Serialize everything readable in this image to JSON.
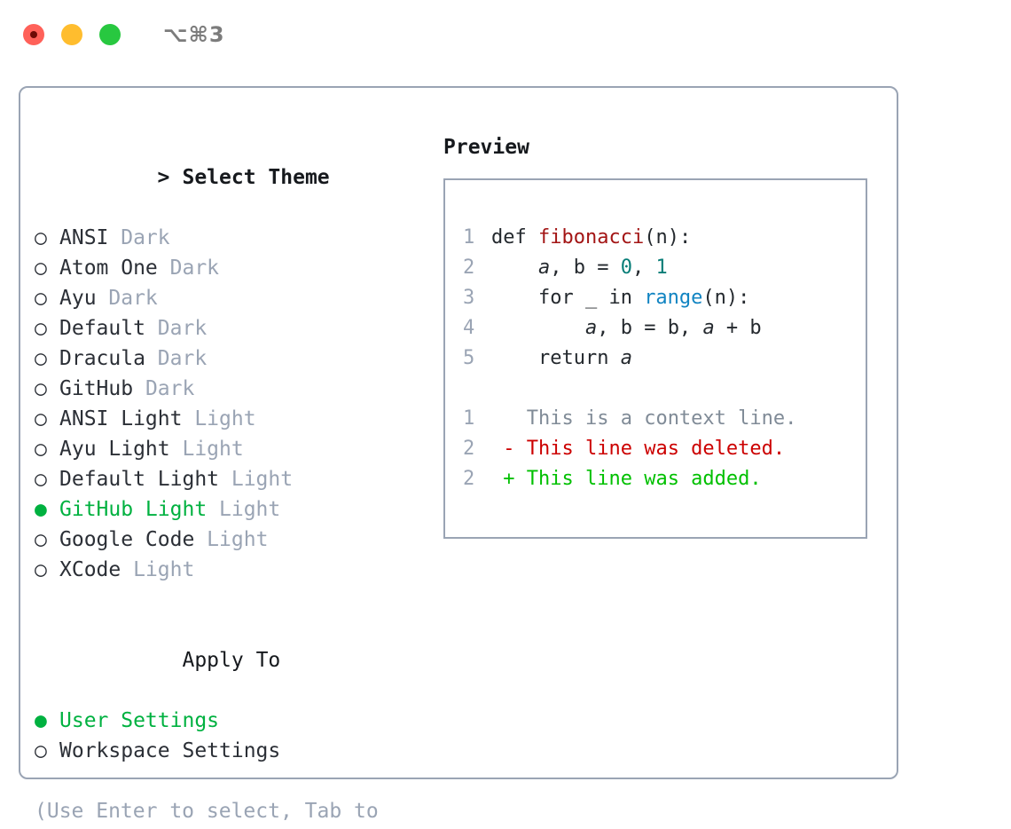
{
  "titlebar": {
    "shortcut": "⌥⌘3",
    "buttons": [
      {
        "name": "close",
        "color": "#ff6159"
      },
      {
        "name": "minimize",
        "color": "#ffbd2e"
      },
      {
        "name": "maximize",
        "color": "#28c840"
      }
    ]
  },
  "theme_picker": {
    "header": {
      "prefix": ">",
      "title": "Select Theme"
    },
    "marker_selected": "●",
    "marker_unselected": "○",
    "items": [
      {
        "label": "ANSI",
        "variant": "Dark",
        "selected": false
      },
      {
        "label": "Atom One",
        "variant": "Dark",
        "selected": false
      },
      {
        "label": "Ayu",
        "variant": "Dark",
        "selected": false
      },
      {
        "label": "Default",
        "variant": "Dark",
        "selected": false
      },
      {
        "label": "Dracula",
        "variant": "Dark",
        "selected": false
      },
      {
        "label": "GitHub",
        "variant": "Dark",
        "selected": false
      },
      {
        "label": "ANSI Light",
        "variant": "Light",
        "selected": false
      },
      {
        "label": "Ayu Light",
        "variant": "Light",
        "selected": false
      },
      {
        "label": "Default Light",
        "variant": "Light",
        "selected": false
      },
      {
        "label": "GitHub Light",
        "variant": "Light",
        "selected": true
      },
      {
        "label": "Google Code",
        "variant": "Light",
        "selected": false
      },
      {
        "label": "XCode",
        "variant": "Light",
        "selected": false
      }
    ]
  },
  "apply_to": {
    "title": "Apply To",
    "items": [
      {
        "label": "User Settings",
        "selected": true
      },
      {
        "label": "Workspace Settings",
        "selected": false
      }
    ]
  },
  "hint": "(Use Enter to select, Tab to change focus)",
  "preview": {
    "title": "Preview",
    "code_lines": [
      {
        "num": "1",
        "tokens": [
          {
            "text": "def ",
            "type": "kw"
          },
          {
            "text": "fibonacci",
            "type": "fn"
          },
          {
            "text": "(n):",
            "type": "plain"
          }
        ]
      },
      {
        "num": "2",
        "tokens": [
          {
            "text": "    ",
            "type": "plain"
          },
          {
            "text": "a",
            "type": "var"
          },
          {
            "text": ", ",
            "type": "plain"
          },
          {
            "text": "b",
            "type": "plain"
          },
          {
            "text": " = ",
            "type": "plain"
          },
          {
            "text": "0",
            "type": "num"
          },
          {
            "text": ", ",
            "type": "plain"
          },
          {
            "text": "1",
            "type": "num"
          }
        ]
      },
      {
        "num": "3",
        "tokens": [
          {
            "text": "    for _ in ",
            "type": "plain"
          },
          {
            "text": "range",
            "type": "builtin"
          },
          {
            "text": "(n):",
            "type": "plain"
          }
        ]
      },
      {
        "num": "4",
        "tokens": [
          {
            "text": "        ",
            "type": "plain"
          },
          {
            "text": "a",
            "type": "var"
          },
          {
            "text": ", b = b, ",
            "type": "plain"
          },
          {
            "text": "a",
            "type": "var"
          },
          {
            "text": " + b",
            "type": "plain"
          }
        ]
      },
      {
        "num": "5",
        "tokens": [
          {
            "text": "    return ",
            "type": "plain"
          },
          {
            "text": "a",
            "type": "var"
          }
        ]
      }
    ],
    "diff_lines": [
      {
        "num": "1",
        "sign": " ",
        "text": "This is a context line.",
        "type": "context"
      },
      {
        "num": "2",
        "sign": "-",
        "text": "This line was deleted.",
        "type": "deleted"
      },
      {
        "num": "2",
        "sign": "+",
        "text": "This line was added.",
        "type": "added"
      }
    ]
  },
  "colors": {
    "selected_green": "#00b140",
    "muted": "#9aa4b4",
    "border": "#9aa4b4",
    "text": "#24292e",
    "diff_add": "#00c000",
    "diff_del": "#cc0000",
    "fn_red": "#a31515",
    "num_teal": "#067d77",
    "builtin_blue": "#1184c2"
  }
}
